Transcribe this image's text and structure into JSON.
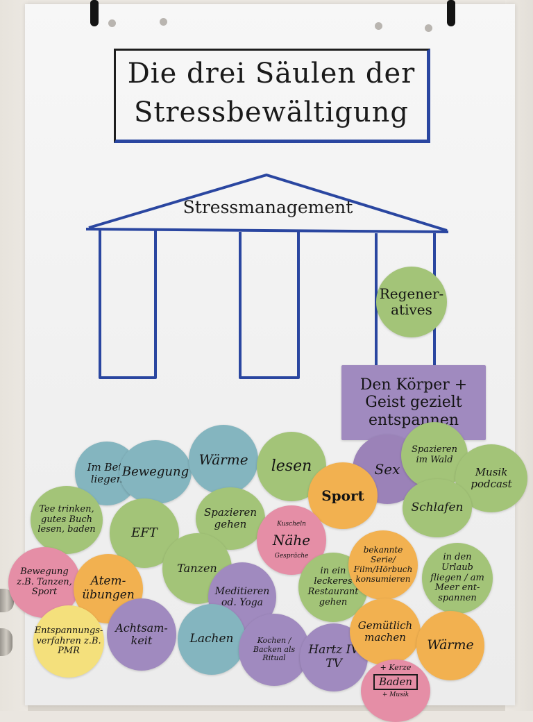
{
  "title": {
    "line1": "Die drei Säulen der",
    "line2": "Stressbewältigung"
  },
  "roof_label": "Stressmanagement",
  "colors": {
    "marker_blue": "#2a46a0",
    "green": "#a3c478",
    "purple": "#9b82b8",
    "blue": "#84b5bf",
    "orange": "#f2b150",
    "pink": "#e58ea6",
    "yellow": "#f4e07c"
  },
  "notes": {
    "regeneratives": "Regener- atives",
    "koerper": "Den Körper + Geist gezielt entspannen",
    "im_bett": "Im Bett liegen",
    "bewegung1": "Bewegung",
    "waerme1": "Wärme",
    "lesen": "lesen",
    "sex": "Sex",
    "wald": "Spazieren im Wald",
    "musik": "Musik podcast",
    "tee": "Tee trinken, gutes Buch lesen, baden",
    "eft": "EFT",
    "spazieren": "Spazieren gehen",
    "sport": "Sport",
    "schlafen": "Schlafen",
    "kuscheln": "Kuscheln",
    "naehe": "Nähe",
    "gespraeche": "Gespräche",
    "bewegung2": "Bewegung z.B. Tanzen, Sport",
    "atem": "Atem- übungen",
    "tanzen": "Tanzen",
    "meditieren": "Meditieren od. Yoga",
    "restaurant": "in ein leckeres Restaurant gehen",
    "serie": "bekannte Serie/ Film/Hörbuch konsumieren",
    "urlaub": "in den Urlaub fliegen / am Meer ent- spannen",
    "entspannung": "Entspannungs- verfahren z.B. PMR",
    "achtsamkeit": "Achtsam- keit",
    "lachen": "Lachen",
    "kochen": "Kochen / Backen als Ritual",
    "hartz": "Hartz IV TV",
    "gemuetlich": "Gemütlich machen",
    "waerme2": "Wärme",
    "kerze": "+ Kerze",
    "baden": "Baden",
    "musik_small": "+ Musik"
  }
}
